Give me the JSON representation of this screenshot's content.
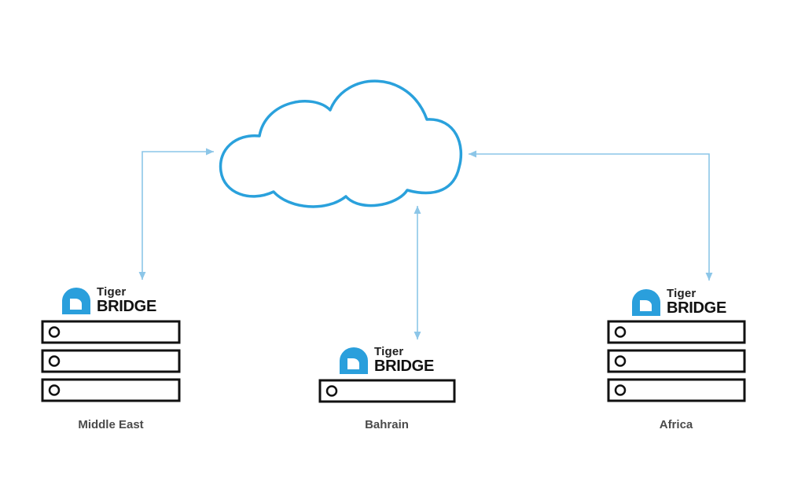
{
  "colors": {
    "cloud_stroke": "#2aa1dc",
    "connector": "#8cc6e8",
    "logo_blue": "#2a9fdc",
    "server_stroke": "#111111",
    "label_text": "#4a4a4a"
  },
  "cloud": {
    "icon": "cloud-icon"
  },
  "sites": [
    {
      "id": "middle-east",
      "label": "Middle East",
      "logo": {
        "line1": "Tiger",
        "line2": "BRIDGE"
      },
      "server_units": 3
    },
    {
      "id": "bahrain",
      "label": "Bahrain",
      "logo": {
        "line1": "Tiger",
        "line2": "BRIDGE"
      },
      "server_units": 1
    },
    {
      "id": "africa",
      "label": "Africa",
      "logo": {
        "line1": "Tiger",
        "line2": "BRIDGE"
      },
      "server_units": 3
    }
  ]
}
